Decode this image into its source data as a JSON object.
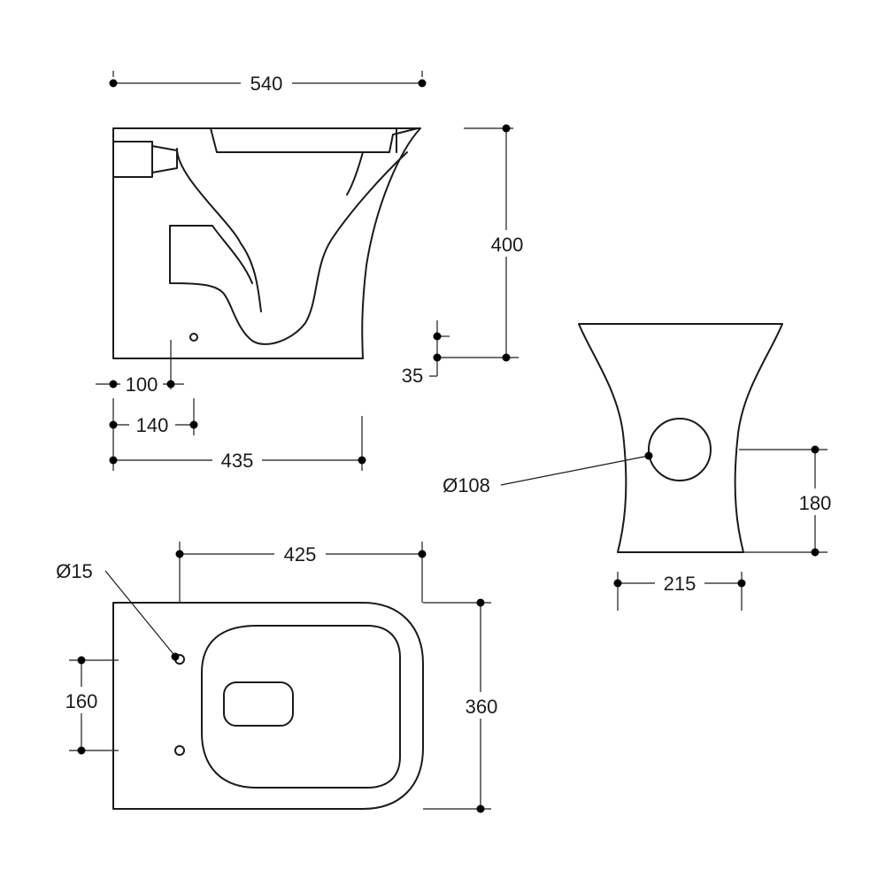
{
  "side_view": {
    "width_label": "540",
    "height_label": "400",
    "foot_label": "35",
    "inlet_offset_label": "100",
    "outlet_offset_label": "140",
    "depth_label": "435"
  },
  "rear_view": {
    "outlet_diameter_label": "Ø108",
    "outlet_height_label": "180",
    "outlet_width_label": "215"
  },
  "top_view": {
    "fixing_hole_label": "Ø15",
    "fixing_spacing_label": "160",
    "fixing_depth_label": "425",
    "width_label": "360"
  },
  "colors": {
    "line": "#1a1a1a",
    "background": "#ffffff"
  }
}
